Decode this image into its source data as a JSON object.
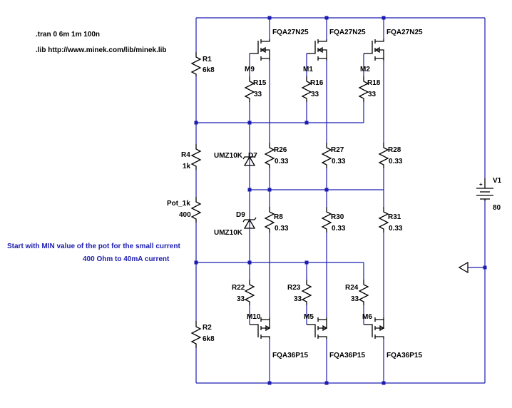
{
  "directives": {
    "tran": ".tran 0 6m 1m 100n",
    "lib": ".lib http://www.minek.com/lib/minek.lib"
  },
  "notes": {
    "line1": "Start with MIN value of the pot for the small current",
    "line2": "400 Ohm to 40mA current"
  },
  "resistors": {
    "R1": {
      "name": "R1",
      "value": "6k8"
    },
    "R2": {
      "name": "R2",
      "value": "6k8"
    },
    "R4": {
      "name": "R4",
      "value": "1k"
    },
    "Pot": {
      "name": "Pot_1k",
      "value": "400"
    },
    "R15": {
      "name": "R15",
      "value": "33"
    },
    "R16": {
      "name": "R16",
      "value": "33"
    },
    "R18": {
      "name": "R18",
      "value": "33"
    },
    "R26": {
      "name": "R26",
      "value": "0.33"
    },
    "R27": {
      "name": "R27",
      "value": "0.33"
    },
    "R28": {
      "name": "R28",
      "value": "0.33"
    },
    "R8": {
      "name": "R8",
      "value": "0.33"
    },
    "R30": {
      "name": "R30",
      "value": "0.33"
    },
    "R31": {
      "name": "R31",
      "value": "0.33"
    },
    "R22": {
      "name": "R22",
      "value": "33"
    },
    "R23": {
      "name": "R23",
      "value": "33"
    },
    "R24": {
      "name": "R24",
      "value": "33"
    }
  },
  "mosfets": {
    "M9": {
      "name": "M9",
      "part": "FQA27N25"
    },
    "M1": {
      "name": "M1",
      "part": "FQA27N25"
    },
    "M2": {
      "name": "M2",
      "part": "FQA27N25"
    },
    "M10": {
      "name": "M10",
      "part": "FQA36P15"
    },
    "M5": {
      "name": "M5",
      "part": "FQA36P15"
    },
    "M6": {
      "name": "M6",
      "part": "FQA36P15"
    }
  },
  "diodes": {
    "D7": {
      "name": "D7",
      "part": "UMZ10K"
    },
    "D9": {
      "name": "D9",
      "part": "UMZ10K"
    }
  },
  "source": {
    "name": "V1",
    "value": "80",
    "plus": "+"
  },
  "colors": {
    "wire": "#1c1cb0",
    "component": "#000000",
    "note_text": "#1c1cb0"
  }
}
